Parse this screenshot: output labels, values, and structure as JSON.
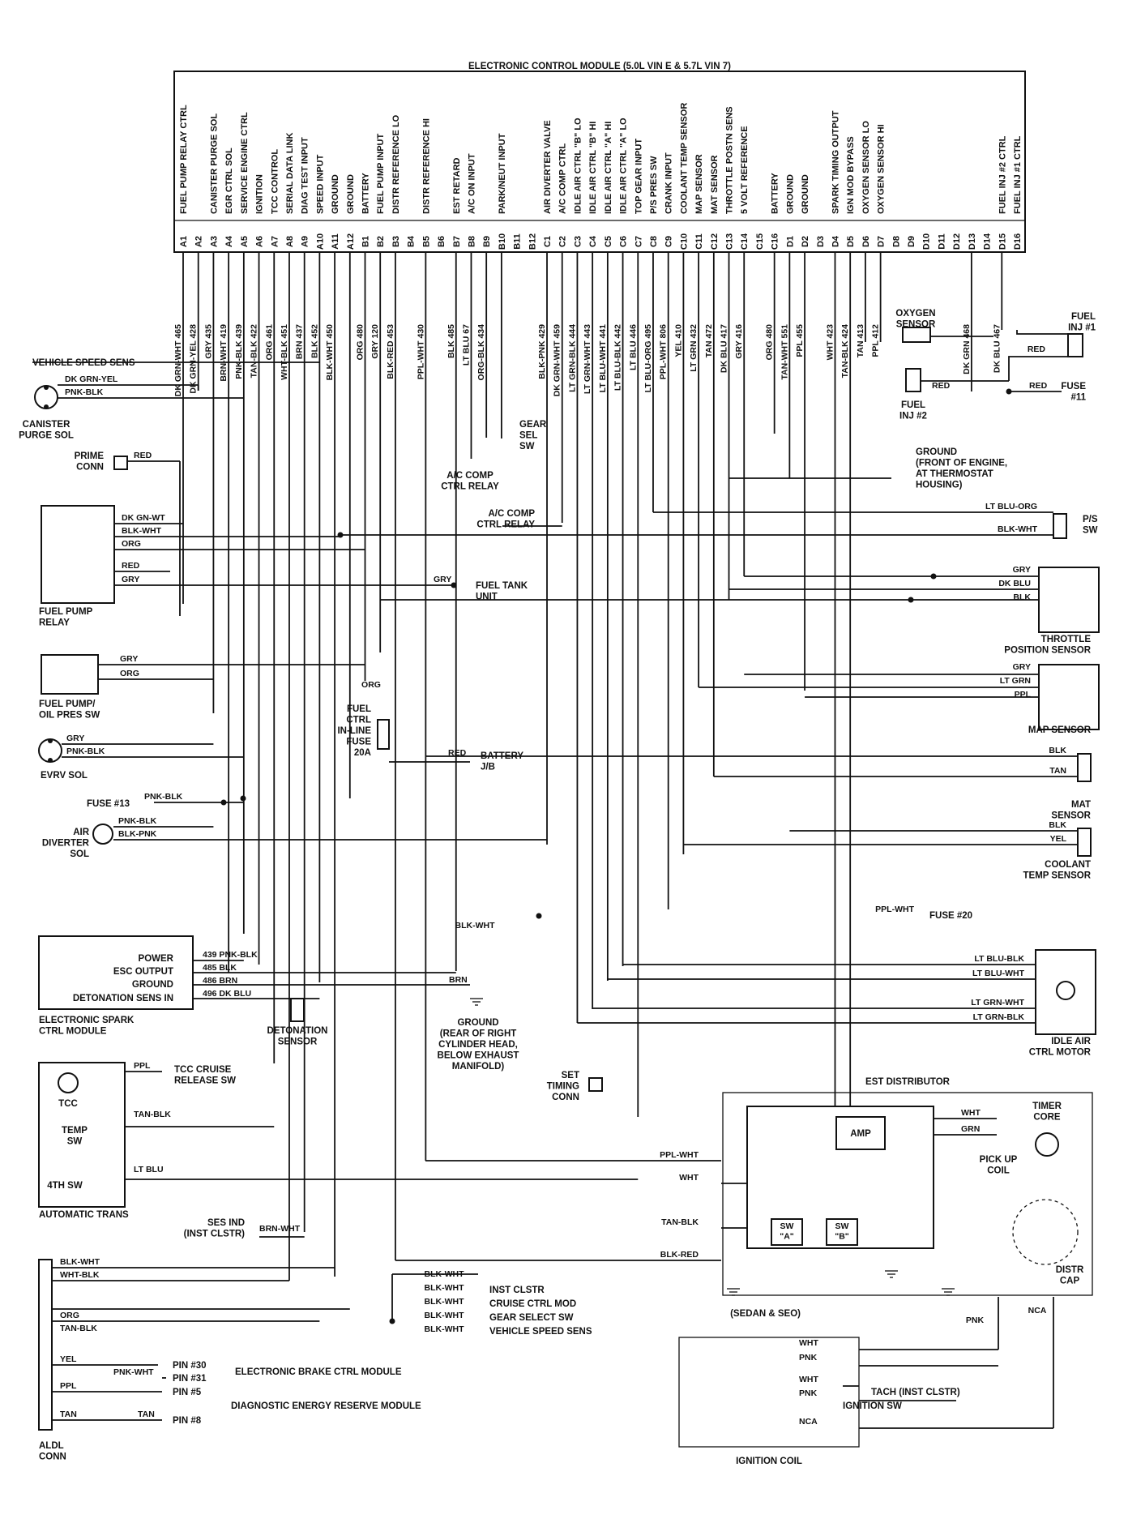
{
  "ecm": {
    "title": "ELECTRONIC CONTROL MODULE (5.0L VIN E & 5.7L VIN 7)",
    "pins": [
      {
        "pin": "A1",
        "func": "FUEL PUMP RELAY CTRL",
        "wire": "DK GRN-WHT 465"
      },
      {
        "pin": "A2",
        "func": "",
        "wire": "DK GRN-YEL 428"
      },
      {
        "pin": "A3",
        "func": "CANISTER PURGE SOL",
        "wire": "GRY 435"
      },
      {
        "pin": "A4",
        "func": "EGR CTRL SOL",
        "wire": "BRN-WHT 419"
      },
      {
        "pin": "A5",
        "func": "SERVICE ENGINE CTRL",
        "wire": "PNK-BLK 439"
      },
      {
        "pin": "A6",
        "func": "IGNITION",
        "wire": "TAN-BLK 422"
      },
      {
        "pin": "A7",
        "func": "TCC CONTROL",
        "wire": "ORG 461"
      },
      {
        "pin": "A8",
        "func": "SERIAL DATA LINK",
        "wire": "WHT-BLK 451"
      },
      {
        "pin": "A9",
        "func": "DIAG TEST INPUT",
        "wire": "BRN 437"
      },
      {
        "pin": "A10",
        "func": "SPEED INPUT",
        "wire": "BLK 452"
      },
      {
        "pin": "A11",
        "func": "GROUND",
        "wire": "BLK-WHT 450"
      },
      {
        "pin": "A12",
        "func": "GROUND",
        "wire": ""
      },
      {
        "pin": "B1",
        "func": "BATTERY",
        "wire": "ORG 480"
      },
      {
        "pin": "B2",
        "func": "FUEL PUMP INPUT",
        "wire": "GRY 120"
      },
      {
        "pin": "B3",
        "func": "DISTR REFERENCE LO",
        "wire": "BLK-RED 453"
      },
      {
        "pin": "B4",
        "func": "",
        "wire": ""
      },
      {
        "pin": "B5",
        "func": "DISTR REFERENCE HI",
        "wire": "PPL-WHT 430"
      },
      {
        "pin": "B6",
        "func": "",
        "wire": ""
      },
      {
        "pin": "B7",
        "func": "EST RETARD",
        "wire": "BLK 485"
      },
      {
        "pin": "B8",
        "func": "A/C ON INPUT",
        "wire": "LT BLU 67"
      },
      {
        "pin": "B9",
        "func": "",
        "wire": "ORG-BLK 434"
      },
      {
        "pin": "B10",
        "func": "PARK/NEUT INPUT",
        "wire": ""
      },
      {
        "pin": "B11",
        "func": "",
        "wire": ""
      },
      {
        "pin": "B12",
        "func": "",
        "wire": ""
      },
      {
        "pin": "C1",
        "func": "AIR DIVERTER VALVE",
        "wire": "BLK-PNK 429"
      },
      {
        "pin": "C2",
        "func": "A/C COMP CTRL",
        "wire": "DK GRN-WHT 459"
      },
      {
        "pin": "C3",
        "func": "IDLE AIR CTRL \"B\" LO",
        "wire": "LT GRN-BLK 444"
      },
      {
        "pin": "C4",
        "func": "IDLE AIR CTRL \"B\" HI",
        "wire": "LT GRN-WHT 443"
      },
      {
        "pin": "C5",
        "func": "IDLE AIR CTRL \"A\" HI",
        "wire": "LT BLU-WHT 441"
      },
      {
        "pin": "C6",
        "func": "IDLE AIR CTRL \"A\" LO",
        "wire": "LT BLU-BLK 442"
      },
      {
        "pin": "C7",
        "func": "TOP GEAR INPUT",
        "wire": "LT BLU 446"
      },
      {
        "pin": "C8",
        "func": "P/S PRES SW",
        "wire": "LT BLU-ORG 495"
      },
      {
        "pin": "C9",
        "func": "CRANK INPUT",
        "wire": "PPL-WHT 806"
      },
      {
        "pin": "C10",
        "func": "COOLANT TEMP SENSOR",
        "wire": "YEL 410"
      },
      {
        "pin": "C11",
        "func": "MAP SENSOR",
        "wire": "LT GRN 432"
      },
      {
        "pin": "C12",
        "func": "MAT SENSOR",
        "wire": "TAN 472"
      },
      {
        "pin": "C13",
        "func": "THROTTLE POSTN SENS",
        "wire": "DK BLU 417"
      },
      {
        "pin": "C14",
        "func": "5 VOLT REFERENCE",
        "wire": "GRY 416"
      },
      {
        "pin": "C15",
        "func": "",
        "wire": ""
      },
      {
        "pin": "C16",
        "func": "BATTERY",
        "wire": "ORG 480"
      },
      {
        "pin": "D1",
        "func": "GROUND",
        "wire": "TAN-WHT 551"
      },
      {
        "pin": "D2",
        "func": "GROUND",
        "wire": "PPL 455"
      },
      {
        "pin": "D3",
        "func": "",
        "wire": ""
      },
      {
        "pin": "D4",
        "func": "SPARK TIMING OUTPUT",
        "wire": "WHT 423"
      },
      {
        "pin": "D5",
        "func": "IGN MOD BYPASS",
        "wire": "TAN-BLK 424"
      },
      {
        "pin": "D6",
        "func": "OXYGEN SENSOR LO",
        "wire": "TAN 413"
      },
      {
        "pin": "D7",
        "func": "OXYGEN SENSOR HI",
        "wire": "PPL 412"
      },
      {
        "pin": "D8",
        "func": "",
        "wire": ""
      },
      {
        "pin": "D9",
        "func": "",
        "wire": ""
      },
      {
        "pin": "D10",
        "func": "",
        "wire": ""
      },
      {
        "pin": "D11",
        "func": "",
        "wire": ""
      },
      {
        "pin": "D12",
        "func": "",
        "wire": ""
      },
      {
        "pin": "D13",
        "func": "",
        "wire": "DK GRN 468"
      },
      {
        "pin": "D14",
        "func": "",
        "wire": ""
      },
      {
        "pin": "D15",
        "func": "FUEL INJ #2 CTRL",
        "wire": "DK BLU 467"
      },
      {
        "pin": "D16",
        "func": "FUEL INJ #1 CTRL",
        "wire": ""
      }
    ]
  },
  "labels": {
    "vss": "VEHICLE SPEED SENS",
    "canister": "CANISTER\nPURGE SOL",
    "canister_w1": "DK GRN-YEL",
    "canister_w2": "PNK-BLK",
    "prime": "PRIME\nCONN",
    "prime_w": "RED",
    "fp_relay": "FUEL PUMP\nRELAY",
    "fp_relay_w1": "DK GN-WT",
    "fp_relay_w2": "BLK-WHT",
    "fp_relay_w3": "ORG",
    "fp_relay_w4": "RED",
    "fp_relay_w5": "GRY",
    "fp_oil": "FUEL PUMP/\nOIL PRES SW",
    "fp_oil_w1": "GRY",
    "fp_oil_w2": "ORG",
    "evrv": "EVRV SOL",
    "evrv_w1": "GRY",
    "evrv_w2": "PNK-BLK",
    "fuse13": "FUSE #13",
    "fuse13_w": "PNK-BLK",
    "air_div": "AIR\nDIVERTER\nSOL",
    "air_div_w1": "PNK-BLK",
    "air_div_w2": "BLK-PNK",
    "gear_sel": "GEAR\nSEL\nSW",
    "ac_relay1": "A/C COMP\nCTRL RELAY",
    "ac_relay2": "A/C COMP\nCTRL RELAY",
    "fuel_tank": "FUEL TANK\nUNIT",
    "fuel_tank_w": "GRY",
    "fuse_inline": "FUEL\nCTRL\nIN-LINE\nFUSE\n20A",
    "fuse_inline_w": "ORG",
    "battery": "BATTERY\nJ/B",
    "battery_w": "RED",
    "oxygen": "OXYGEN\nSENSOR",
    "fuel_inj1": "FUEL\nINJ #1",
    "fuel_inj2": "FUEL\nINJ #2",
    "fuse11": "FUSE\n#11",
    "red1": "RED",
    "red2": "RED",
    "red3": "RED",
    "ground_front": "GROUND\n(FRONT OF ENGINE,\nAT THERMOSTAT\nHOUSING)",
    "ps_sw": "P/S\nSW",
    "ps_w1": "LT BLU-ORG",
    "ps_w2": "BLK-WHT",
    "tps": "THROTTLE\nPOSITION SENSOR",
    "tps_w1": "GRY",
    "tps_w2": "DK BLU",
    "tps_w3": "BLK",
    "map": "MAP SENSOR",
    "map_w1": "GRY",
    "map_w2": "LT GRN",
    "map_w3": "PPL",
    "mat": "MAT\nSENSOR",
    "mat_w1": "BLK",
    "mat_w2": "TAN",
    "coolant": "COOLANT\nTEMP SENSOR",
    "coolant_w1": "BLK",
    "coolant_w2": "YEL",
    "fuse20": "FUSE #20",
    "fuse20_w": "PPL-WHT",
    "esc_module": "ELECTRONIC SPARK\nCTRL MODULE",
    "esc_power": "POWER",
    "esc_output": "ESC OUTPUT",
    "esc_ground": "GROUND",
    "esc_det": "DETONATION SENS IN",
    "esc_w1": "439 PNK-BLK",
    "esc_w2": "485 BLK",
    "esc_w3": "486 BRN",
    "esc_w4": "496 DK BLU",
    "det_sensor": "DETONATION\nSENSOR",
    "ground_rear": "GROUND\n(REAR OF RIGHT\nCYLINDER HEAD,\nBELOW EXHAUST\nMANIFOLD)",
    "ground_rear_w1": "BRN",
    "ground_rear_w2": "BLK-WHT",
    "iac_motor": "IDLE AIR\nCTRL MOTOR",
    "iac_w1": "LT BLU-BLK",
    "iac_w2": "LT BLU-WHT",
    "iac_w3": "LT GRN-WHT",
    "iac_w4": "LT GRN-BLK",
    "tcc_cruise": "TCC CRUISE\nRELEASE SW",
    "tcc": "TCC",
    "temp_sw": "TEMP\nSW",
    "fourth_sw": "4TH SW",
    "auto_trans": "AUTOMATIC TRANS",
    "at_w1": "PPL",
    "at_w2": "TAN-BLK",
    "at_w3": "LT BLU",
    "set_timing": "SET\nTIMING\nCONN",
    "ses_ind": "SES IND\n(INST CLSTR)",
    "ses_w": "BRN-WHT",
    "est_dist": "EST DISTRIBUTOR",
    "amp": "AMP",
    "sw_a": "SW\n\"A\"",
    "sw_b": "SW\n\"B\"",
    "pickup": "PICK UP\nCOIL",
    "timer_core": "TIMER\nCORE",
    "distr_cap": "DISTR\nCAP",
    "est_w1": "PPL-WHT",
    "est_w2": "WHT",
    "est_w3": "TAN-BLK",
    "est_w4": "BLK-RED",
    "pu_w1": "WHT",
    "pu_w2": "GRN",
    "pnk": "PNK",
    "wht": "WHT",
    "nca": "NCA",
    "inst_clstr": "INST CLSTR",
    "cruise_mod": "CRUISE CTRL MOD",
    "gear_select": "GEAR SELECT SW",
    "vss2": "VEHICLE SPEED SENS",
    "bw": "BLK-WHT",
    "aldl": "ALDL\nCONN",
    "aldl_w1": "BLK-WHT",
    "aldl_w2": "WHT-BLK",
    "aldl_w3": "ORG",
    "aldl_w4": "TAN-BLK",
    "aldl_w5": "YEL",
    "aldl_w6": "PNK-WHT",
    "aldl_w7": "PPL",
    "aldl_w8": "TAN",
    "aldl_w9": "TAN",
    "pin30": "PIN #30",
    "pin31": "PIN #31",
    "pin5": "PIN #5",
    "pin8": "PIN #8",
    "ebcm": "ELECTRONIC BRAKE CTRL MODULE",
    "derm": "DIAGNOSTIC ENERGY RESERVE MODULE",
    "sedan": "(SEDAN & SEO)",
    "tach": "TACH (INST CLSTR)",
    "ign_sw": "IGNITION SW",
    "ign_coil": "IGNITION COIL",
    "ic_w1": "WHT",
    "ic_w2": "PNK",
    "ic_w3": "WHT",
    "ic_w4": "PNK",
    "ic_w5": "NCA"
  }
}
